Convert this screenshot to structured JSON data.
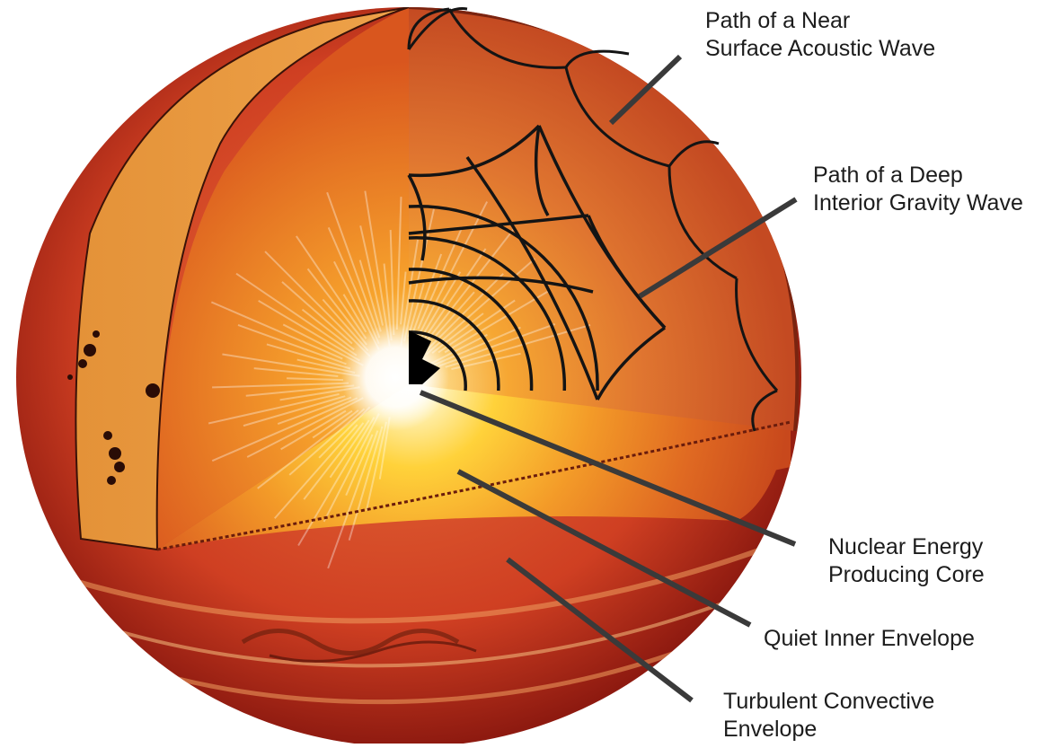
{
  "labels": {
    "near_surface_wave": {
      "line1": "Path of a Near",
      "line2": "Surface Acoustic Wave"
    },
    "deep_gravity_wave": {
      "line1": "Path of a Deep",
      "line2": "Interior Gravity Wave"
    },
    "core": {
      "line1": "Nuclear Energy",
      "line2": "Producing Core"
    },
    "quiet_envelope": {
      "line1": "Quiet Inner Envelope"
    },
    "convective_envelope": {
      "line1": "Turbulent Convective",
      "line2": "Envelope"
    }
  },
  "colors": {
    "outer_surface": "#c8321c",
    "outer_edge": "#8e1a10",
    "cutaway_panel": "#e08a30",
    "interior_bright": "#ffd23a",
    "core_white": "#ffffff",
    "wave_paths": "#141414",
    "leader_lines": "#3a3a3a",
    "sunspots": "#2a0c06"
  },
  "icons": [
    "sunspot-icon"
  ]
}
